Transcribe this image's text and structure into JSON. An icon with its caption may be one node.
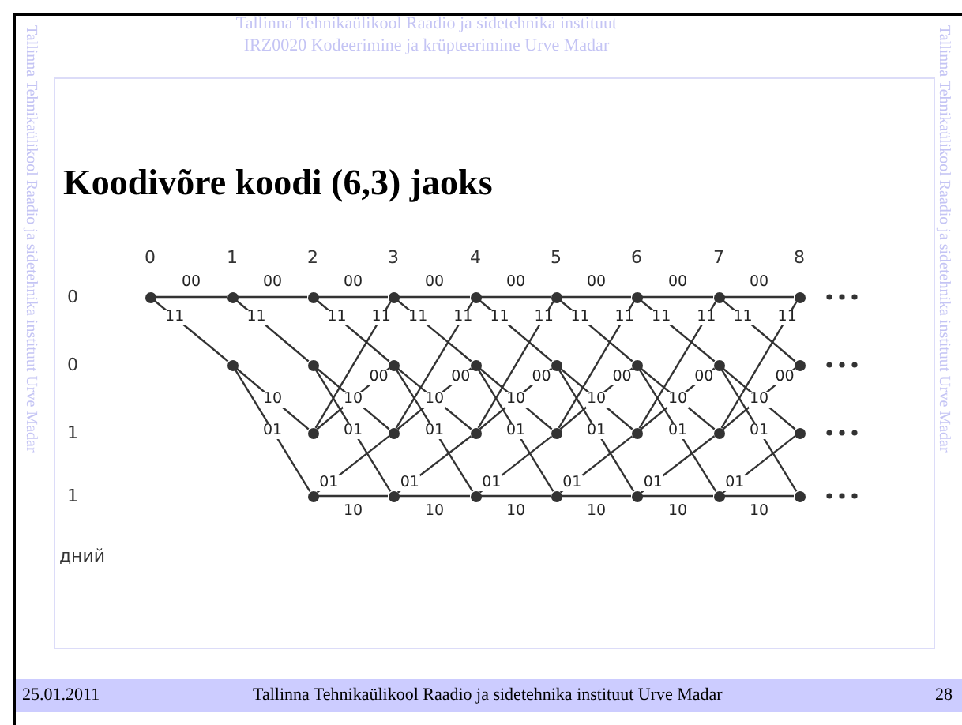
{
  "diagram": {
    "title": "Koodivõre koodi (6,3) jaoks",
    "nodes": [
      {
        "text": [],
        "shape": "circle"
      },
      {
        "text": [],
        "shape": "circle"
      },
      {
        "text": [],
        "shape": "circle"
      },
      {
        "text": [],
        "shape": "circle"
      },
      {
        "text": [],
        "shape": "circle"
      },
      {
        "text": [],
        "shape": "circle"
      },
      {
        "text": [],
        "shape": "circle"
      },
      {
        "text": [],
        "shape": "circle"
      },
      {
        "text": [],
        "shape": "circle"
      },
      {
        "text": [],
        "shape": "circle"
      },
      {
        "text": [],
        "shape": "circle"
      },
      {
        "text": [],
        "shape": "circle"
      },
      {
        "text": [],
        "shape": "circle"
      },
      {
        "text": [],
        "shape": "circle"
      },
      {
        "text": [],
        "shape": "circle"
      },
      {
        "text": [],
        "shape": "circle"
      },
      {
        "text": [],
        "shape": "circle"
      },
      {
        "text": [],
        "shape": "circle"
      },
      {
        "text": [],
        "shape": "circle"
      },
      {
        "text": [],
        "shape": "circle"
      },
      {
        "text": [],
        "shape": "circle"
      },
      {
        "text": [],
        "shape": "circle"
      },
      {
        "text": [],
        "shape": "circle"
      },
      {
        "text": [],
        "shape": "circle"
      },
      {
        "text": [],
        "shape": "circle"
      },
      {
        "text": [],
        "shape": "circle"
      },
      {
        "text": [],
        "shape": "circle"
      },
      {
        "text": [],
        "shape": "circle"
      },
      {
        "text": [],
        "shape": "circle"
      },
      {
        "text": [],
        "shape": "circle"
      },
      {
        "text": [],
        "shape": "circle"
      }
    ],
    "edges": [
      {
        "from": 0,
        "to": 1,
        "arrow": "none",
        "label": "00"
      },
      {
        "from": 0,
        "to": 2,
        "arrow": "none",
        "label": "11"
      },
      {
        "from": 1,
        "to": 3,
        "arrow": "none",
        "label": "00"
      },
      {
        "from": 1,
        "to": 4,
        "arrow": "none",
        "label": "11"
      },
      {
        "from": 2,
        "to": 5,
        "arrow": "none",
        "label": "10"
      },
      {
        "from": 2,
        "to": 6,
        "arrow": "none",
        "label": "01"
      },
      {
        "from": 3,
        "to": 7,
        "arrow": "none",
        "label": "00"
      },
      {
        "from": 3,
        "to": 8,
        "arrow": "none",
        "label": "11"
      },
      {
        "from": 4,
        "to": 9,
        "arrow": "none",
        "label": "10"
      },
      {
        "from": 4,
        "to": 10,
        "arrow": "none",
        "label": "01"
      },
      {
        "from": 5,
        "to": 7,
        "arrow": "none",
        "label": "11"
      },
      {
        "from": 5,
        "to": 8,
        "arrow": "none",
        "label": "00"
      },
      {
        "from": 6,
        "to": 9,
        "arrow": "none",
        "label": "01"
      },
      {
        "from": 6,
        "to": 10,
        "arrow": "none",
        "label": "10"
      },
      {
        "from": 7,
        "to": 11,
        "arrow": "none",
        "label": "00"
      },
      {
        "from": 7,
        "to": 12,
        "arrow": "none",
        "label": "11"
      },
      {
        "from": 8,
        "to": 13,
        "arrow": "none",
        "label": "10"
      },
      {
        "from": 8,
        "to": 14,
        "arrow": "none",
        "label": "01"
      },
      {
        "from": 9,
        "to": 11,
        "arrow": "none",
        "label": "11"
      },
      {
        "from": 9,
        "to": 12,
        "arrow": "none",
        "label": "00"
      },
      {
        "from": 10,
        "to": 13,
        "arrow": "none",
        "label": "01"
      },
      {
        "from": 10,
        "to": 14,
        "arrow": "none",
        "label": "10"
      },
      {
        "from": 11,
        "to": 15,
        "arrow": "none",
        "label": "00"
      },
      {
        "from": 11,
        "to": 16,
        "arrow": "none",
        "label": "11"
      },
      {
        "from": 12,
        "to": 17,
        "arrow": "none",
        "label": "10"
      },
      {
        "from": 12,
        "to": 18,
        "arrow": "none",
        "label": "01"
      },
      {
        "from": 13,
        "to": 15,
        "arrow": "none",
        "label": "11"
      },
      {
        "from": 13,
        "to": 16,
        "arrow": "none",
        "label": "00"
      },
      {
        "from": 14,
        "to": 17,
        "arrow": "none",
        "label": "01"
      },
      {
        "from": 14,
        "to": 18,
        "arrow": "none",
        "label": "10"
      },
      {
        "from": 15,
        "to": 19,
        "arrow": "none",
        "label": "00"
      },
      {
        "from": 15,
        "to": 20,
        "arrow": "none",
        "label": "11"
      },
      {
        "from": 16,
        "to": 21,
        "arrow": "none",
        "label": "10"
      },
      {
        "from": 16,
        "to": 22,
        "arrow": "none",
        "label": "01"
      },
      {
        "from": 17,
        "to": 19,
        "arrow": "none",
        "label": "11"
      },
      {
        "from": 17,
        "to": 20,
        "arrow": "none",
        "label": "00"
      },
      {
        "from": 18,
        "to": 21,
        "arrow": "none",
        "label": "01"
      },
      {
        "from": 18,
        "to": 22,
        "arrow": "none",
        "label": "10"
      },
      {
        "from": 19,
        "to": 23,
        "arrow": "none",
        "label": "00"
      },
      {
        "from": 19,
        "to": 24,
        "arrow": "none",
        "label": "11"
      },
      {
        "from": 20,
        "to": 25,
        "arrow": "none",
        "label": "10"
      },
      {
        "from": 20,
        "to": 26,
        "arrow": "none",
        "label": "01"
      },
      {
        "from": 21,
        "to": 23,
        "arrow": "none",
        "label": "11"
      },
      {
        "from": 21,
        "to": 24,
        "arrow": "none",
        "label": "00"
      },
      {
        "from": 22,
        "to": 25,
        "arrow": "none",
        "label": "01"
      },
      {
        "from": 22,
        "to": 26,
        "arrow": "none",
        "label": "10"
      },
      {
        "from": 23,
        "to": 27,
        "arrow": "none",
        "label": "00"
      },
      {
        "from": 23,
        "to": 28,
        "arrow": "none",
        "label": "11"
      },
      {
        "from": 24,
        "to": 29,
        "arrow": "none",
        "label": "10"
      },
      {
        "from": 24,
        "to": 30,
        "arrow": "none",
        "label": "01"
      },
      {
        "from": 25,
        "to": 27,
        "arrow": "none",
        "label": "11"
      },
      {
        "from": 25,
        "to": 28,
        "arrow": "none",
        "label": "00"
      },
      {
        "from": 26,
        "to": 29,
        "arrow": "none",
        "label": "01"
      },
      {
        "from": 26,
        "to": 30,
        "arrow": "none",
        "label": "10"
      }
    ],
    "labels": [
      "Tallinna Tehnikaülikool Raadio ja sidetehnika instituut",
      "IRZ0020 Kodeerimine ja krüpteerimine Urve Madar",
      "Tallinna Tehnikaülikool Raadio ja sidetehnika instituut Urve Madar",
      "Tallinna Tehnikaülikool Raadio ja sidetehnika instituut Urve Madar",
      "0",
      "1",
      "2",
      "3",
      "4",
      "5",
      "6",
      "7",
      "8",
      "0",
      "0",
      "1",
      "1",
      "дний",
      "25.01.2011",
      "Tallinna Tehnikaülikool Raadio ja sidetehnika instituut Urve Madar",
      "28"
    ]
  }
}
